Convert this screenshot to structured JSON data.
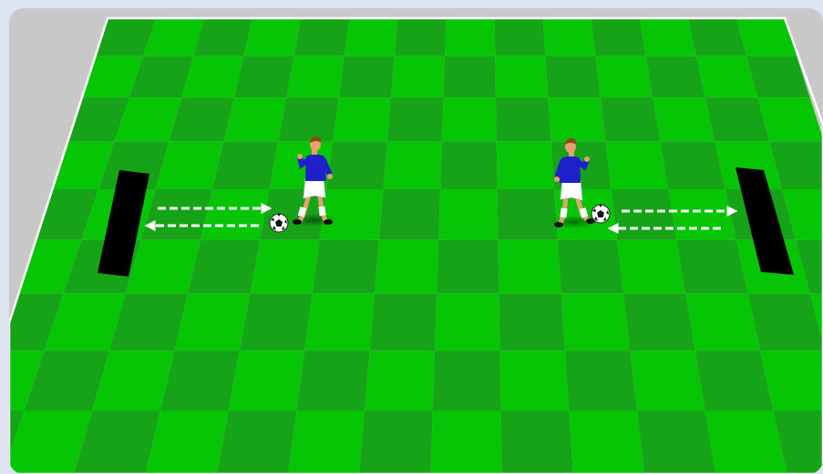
{
  "diagram": {
    "colors": {
      "page_background": "#dde3f0",
      "frame": "#c8c8c8",
      "grass_dark": "#17a317",
      "grass_light": "#05c505",
      "line": "#ffffff",
      "gate": "#000000",
      "shirt": "#1f1fcc",
      "shorts": "#ffffff",
      "skin": "#e8a070",
      "hair": "#8a4a14",
      "arrow": "#ffffff"
    },
    "pitch": {
      "stripes": 14,
      "rows": 9
    },
    "gates": [
      {
        "id": "gate-left",
        "side": "left"
      },
      {
        "id": "gate-right",
        "side": "right"
      }
    ],
    "players": [
      {
        "id": "player-left",
        "shirt": "blue",
        "shorts": "white",
        "facing": "left",
        "with_ball": true
      },
      {
        "id": "player-right",
        "shirt": "blue",
        "shorts": "white",
        "facing": "right",
        "with_ball": true
      }
    ],
    "arrows": [
      {
        "id": "arrow-left-out",
        "style": "dashed",
        "direction": "right"
      },
      {
        "id": "arrow-left-back",
        "style": "dashed",
        "direction": "left"
      },
      {
        "id": "arrow-right-out",
        "style": "dashed",
        "direction": "right"
      },
      {
        "id": "arrow-right-back",
        "style": "dashed",
        "direction": "left"
      }
    ]
  }
}
